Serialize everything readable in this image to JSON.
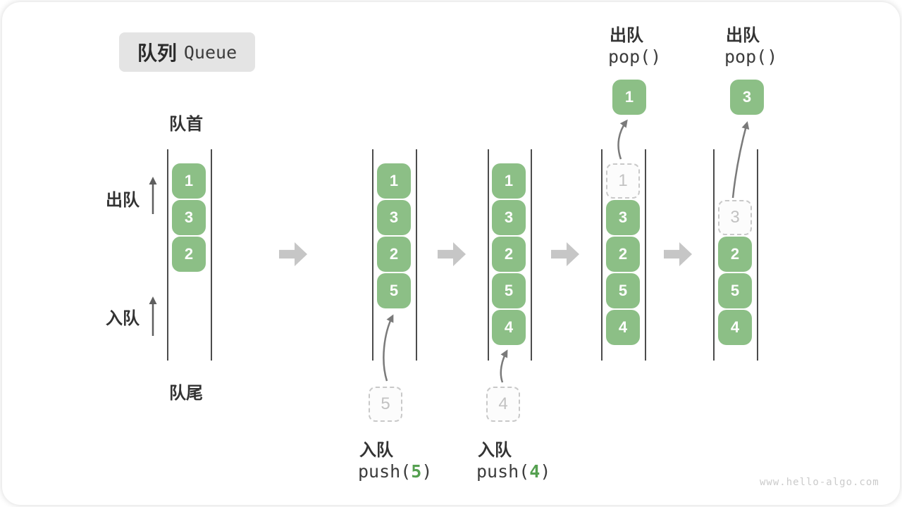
{
  "title": {
    "zh": "队列",
    "en": "Queue"
  },
  "labels": {
    "front": "队首",
    "tail": "队尾",
    "dequeue": "出队",
    "enqueue": "入队"
  },
  "queues": [
    {
      "name": "initial-state",
      "items": [
        {
          "value": "1",
          "state": "solid"
        },
        {
          "value": "3",
          "state": "solid"
        },
        {
          "value": "2",
          "state": "solid"
        }
      ]
    },
    {
      "name": "after-push-5",
      "items": [
        {
          "value": "1",
          "state": "solid"
        },
        {
          "value": "3",
          "state": "solid"
        },
        {
          "value": "2",
          "state": "solid"
        },
        {
          "value": "5",
          "state": "solid"
        }
      ]
    },
    {
      "name": "after-push-4",
      "items": [
        {
          "value": "1",
          "state": "solid"
        },
        {
          "value": "3",
          "state": "solid"
        },
        {
          "value": "2",
          "state": "solid"
        },
        {
          "value": "5",
          "state": "solid"
        },
        {
          "value": "4",
          "state": "solid"
        }
      ]
    },
    {
      "name": "after-pop-1",
      "items": [
        {
          "value": "1",
          "state": "ghost"
        },
        {
          "value": "3",
          "state": "solid"
        },
        {
          "value": "2",
          "state": "solid"
        },
        {
          "value": "5",
          "state": "solid"
        },
        {
          "value": "4",
          "state": "solid"
        }
      ]
    },
    {
      "name": "after-pop-3",
      "items": [
        {
          "value": "3",
          "state": "ghost"
        },
        {
          "value": "2",
          "state": "solid"
        },
        {
          "value": "5",
          "state": "solid"
        },
        {
          "value": "4",
          "state": "solid"
        }
      ]
    }
  ],
  "operations": {
    "push5": {
      "label": "入队",
      "code_prefix": "push(",
      "arg": "5",
      "code_suffix": ")",
      "staged_value": "5"
    },
    "push4": {
      "label": "入队",
      "code_prefix": "push(",
      "arg": "4",
      "code_suffix": ")",
      "staged_value": "4"
    },
    "pop1": {
      "label": "出队",
      "code": "pop()",
      "popped_value": "1"
    },
    "pop3": {
      "label": "出队",
      "code": "pop()",
      "popped_value": "3"
    }
  },
  "watermark": "www.hello-algo.com",
  "colors": {
    "cell_green": "#8CBF86",
    "code_arg_green": "#55A050",
    "ghost_border": "#C9C9C9",
    "ghost_text": "#C2C2C2",
    "wall_line": "#4C4C4C",
    "transition_arrow_gray": "#C6C6C6",
    "flow_arrow_gray": "#6F6F6F",
    "label_text": "#333333",
    "badge_bg": "#E4E4E4"
  }
}
